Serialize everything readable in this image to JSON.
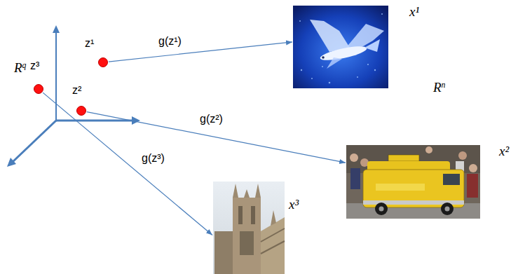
{
  "diagram": {
    "nodes": [
      {
        "text": [
          "z¹"
        ]
      },
      {
        "text": [
          "z²"
        ]
      },
      {
        "text": [
          "z³"
        ]
      },
      {
        "text": [
          "x¹"
        ]
      },
      {
        "text": [
          "x²"
        ]
      },
      {
        "text": [
          "x³"
        ]
      }
    ],
    "edges": [
      {
        "from": 0,
        "to": 3,
        "label": "g(z¹)",
        "arrow": "to"
      },
      {
        "from": 1,
        "to": 4,
        "label": "g(z²)",
        "arrow": "to"
      },
      {
        "from": 2,
        "to": 5,
        "label": "g(z³)",
        "arrow": "to"
      }
    ],
    "labels": [
      "Rq",
      "Rn"
    ]
  }
}
